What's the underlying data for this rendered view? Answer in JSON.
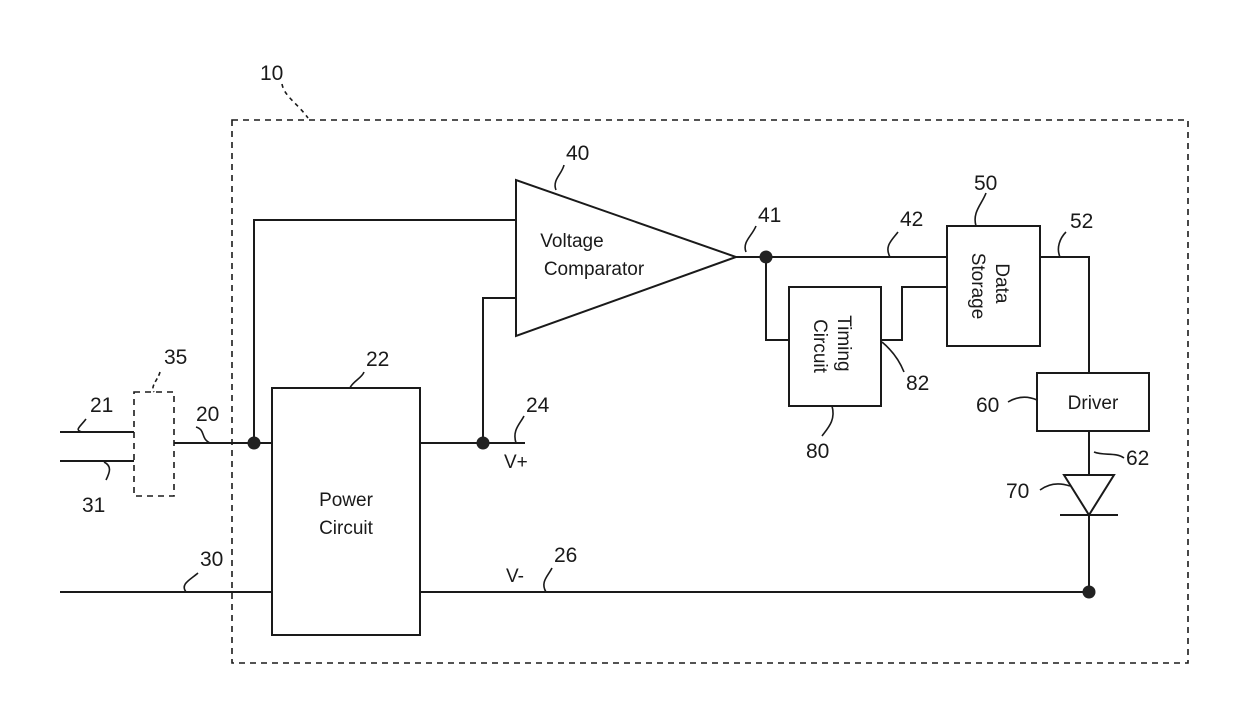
{
  "refs": {
    "r10": "10",
    "r20": "20",
    "r21": "21",
    "r22": "22",
    "r24": "24",
    "r26": "26",
    "r30": "30",
    "r31": "31",
    "r35": "35",
    "r40": "40",
    "r41": "41",
    "r42": "42",
    "r50": "50",
    "r52": "52",
    "r60": "60",
    "r62": "62",
    "r70": "70",
    "r80": "80",
    "r82": "82"
  },
  "blocks": {
    "comparator": [
      "Voltage",
      "Comparator"
    ],
    "power": [
      "Power",
      "Circuit"
    ],
    "timing": [
      "Timing",
      "Circuit"
    ],
    "storage": [
      "Data",
      "Storage"
    ],
    "driver": "Driver"
  },
  "rails": {
    "vplus": "V+",
    "vminus": "V-"
  }
}
